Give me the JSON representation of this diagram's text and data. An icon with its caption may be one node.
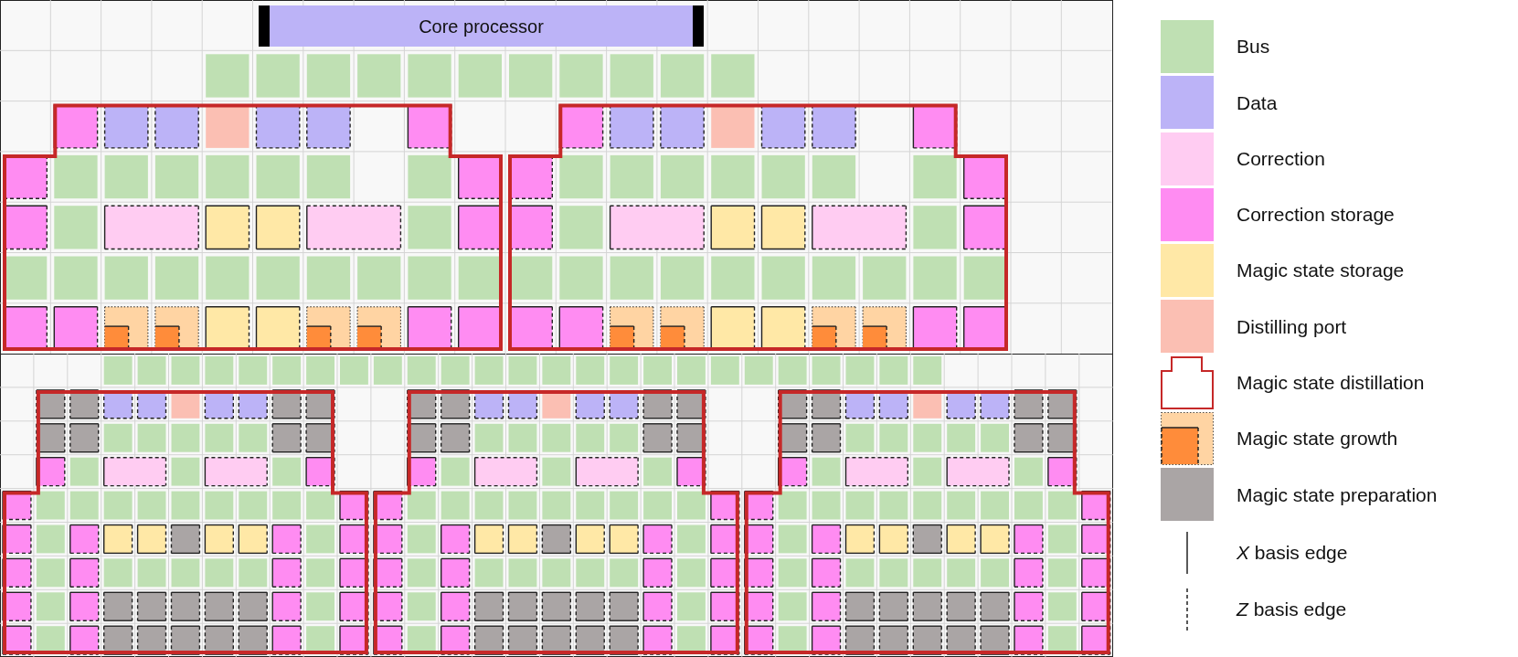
{
  "diagram": {
    "nodes": [
      {
        "text": [
          "Core processor"
        ]
      }
    ],
    "legend": [
      {
        "text": "Bus",
        "color": "#bfe0b3"
      },
      {
        "text": "Data",
        "color": "#bcb3f7"
      },
      {
        "text": "Correction",
        "color": "#ffccf2"
      },
      {
        "text": "Correction storage",
        "color": "#ff8cf2"
      },
      {
        "text": "Magic state storage",
        "color": "#ffe8a6"
      },
      {
        "text": "Distilling port",
        "color": "#fbbfb3"
      },
      {
        "text": "Magic state distillation"
      },
      {
        "text": "Magic state growth"
      },
      {
        "text": "Magic state preparation",
        "color": "#aaa5a5"
      },
      {
        "text": "*X* basis edge"
      },
      {
        "text": "*Z* basis edge"
      }
    ]
  }
}
